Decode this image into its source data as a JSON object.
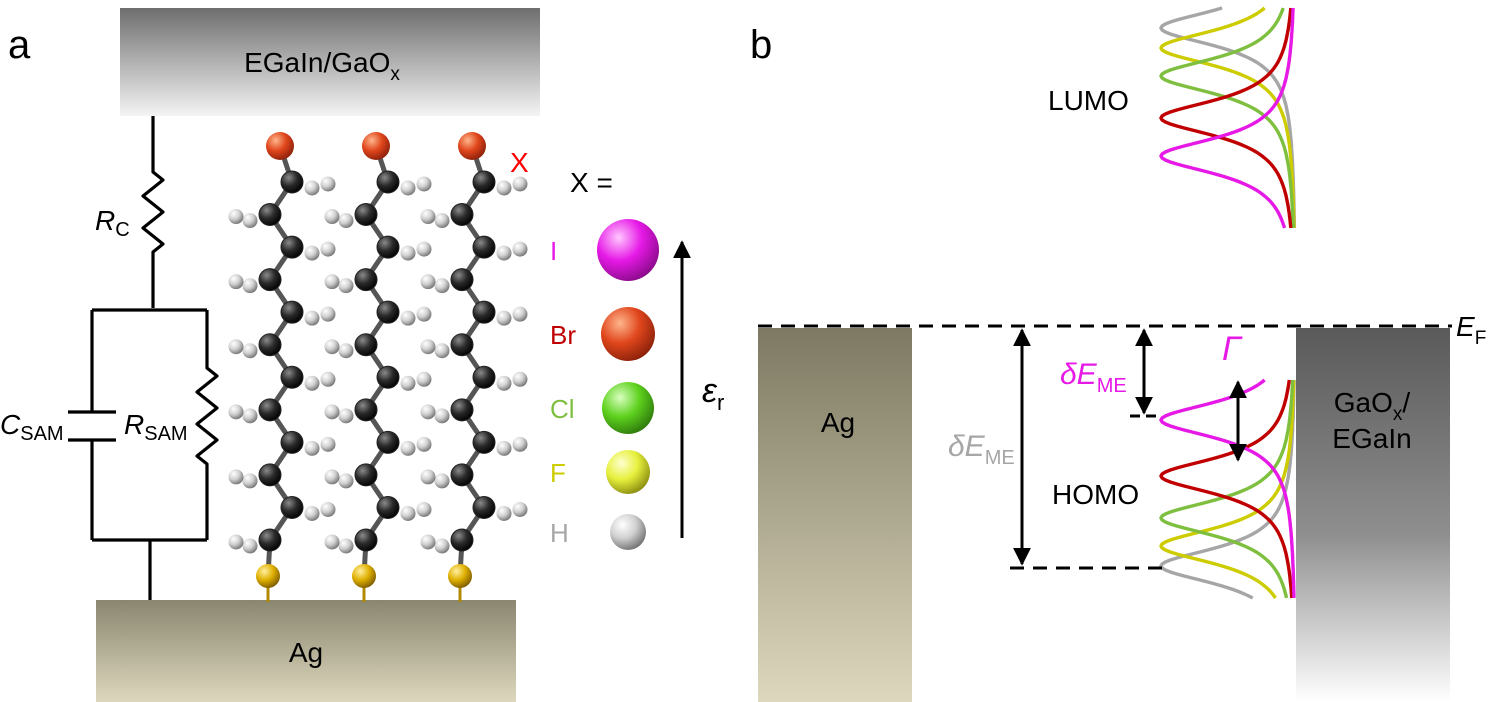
{
  "panel_a": {
    "panel_label": "a",
    "top_electrode": {
      "label": "EGaIn/GaO",
      "label_sub": "x"
    },
    "bottom_electrode": {
      "label": "Ag"
    },
    "resistor_contact": {
      "symbol": "R",
      "sub": "C"
    },
    "capacitor_sam": {
      "symbol": "C",
      "sub": "SAM"
    },
    "resistor_sam": {
      "symbol": "R",
      "sub": "SAM"
    },
    "terminal_atom_label": "X",
    "chain_count": 3,
    "legend": {
      "title": "X =",
      "items": [
        {
          "label": "I",
          "color": "#e619e6"
        },
        {
          "label": "Br",
          "color": "#c00000"
        },
        {
          "label": "Cl",
          "color": "#7fbf3f"
        },
        {
          "label": "F",
          "color": "#cccc00"
        },
        {
          "label": "H",
          "color": "#a6a6a6"
        }
      ]
    },
    "arrow_label": {
      "symbol": "ε",
      "sub": "r"
    }
  },
  "panel_b": {
    "panel_label": "b",
    "fermi_level": {
      "symbol": "E",
      "sub": "F"
    },
    "left_electrode": {
      "label": "Ag"
    },
    "right_electrode": {
      "line1": "GaO",
      "line1_sub": "x",
      "line1_end": "/",
      "line2": "EGaIn"
    },
    "lumo_label": "LUMO",
    "homo_label": "HOMO",
    "delta_large": {
      "symbol": "δE",
      "sub": "ME",
      "color": "#a6a6a6"
    },
    "delta_small": {
      "symbol": "δE",
      "sub": "ME",
      "color": "#e619e6"
    },
    "gamma_label": {
      "symbol": "Γ",
      "color": "#e619e6"
    },
    "curve_colors": [
      "#a6a6a6",
      "#cccc00",
      "#7fbf3f",
      "#c00000",
      "#e619e6"
    ]
  }
}
